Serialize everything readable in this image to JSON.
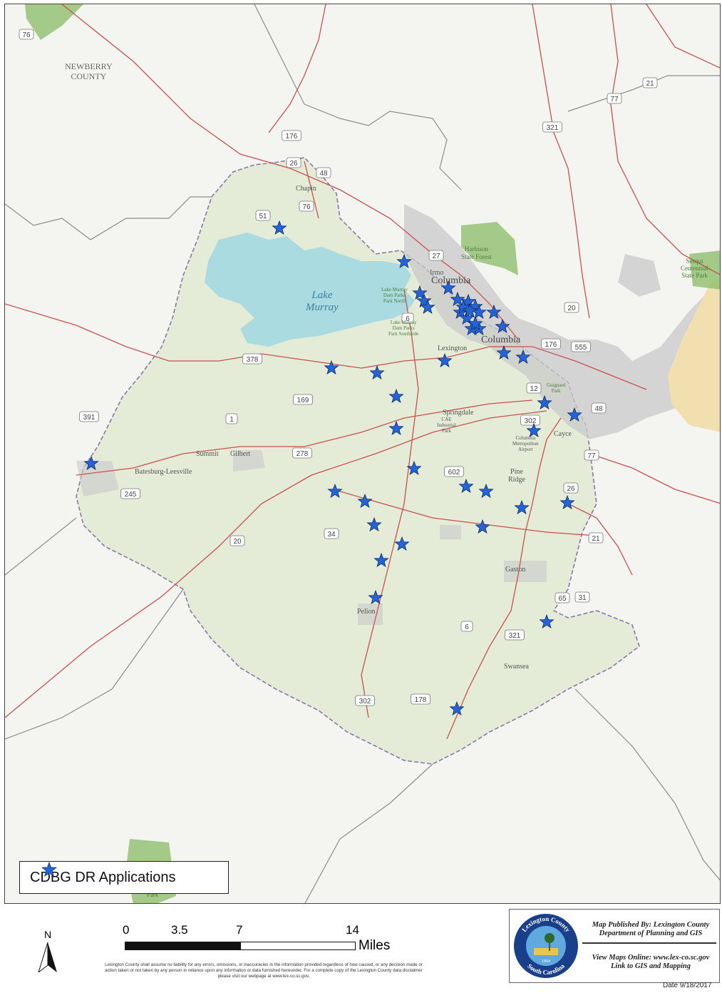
{
  "map": {
    "legend_label": "CDBG DR Applications",
    "labels": {
      "newberry_county": "NEWBERRY\nCOUNTY",
      "lake_murray": "Lake\nMurray",
      "chapin": "Chapin",
      "irmo": "Irmo",
      "columbia_north": "Columbia",
      "columbia_south": "Columbia",
      "lexington": "Lexington",
      "springdale": "Springdale",
      "summit": "Summit",
      "gilbert": "Gilbert",
      "batesburg": "Batesburg-Leesville",
      "pelion": "Pelion",
      "swansea": "Swansea",
      "gaston": "Gaston",
      "cayce": "Cayce",
      "pine_ridge": "Pine\nRidge",
      "harbison": "Harbison\nState Forest",
      "sesqui": "Sesqui\nCentennial\nState Park",
      "state_park": "State\nPark",
      "lake_murray_dam_n": "Lake Murray\nDam Parks\nPark North",
      "lake_murray_dam_s": "Lake Murray\nDam Parks\nPark Southside",
      "cae_park": "CAE\nIndustrial\nPark",
      "metro_airport": "Columbia\nMetropolitan\nAirport",
      "fort_jackson": "Guignard\nPark"
    },
    "routes": [
      "76",
      "21",
      "77",
      "176",
      "321",
      "26",
      "48",
      "51",
      "27",
      "20",
      "176",
      "555",
      "378",
      "169",
      "12",
      "391",
      "1",
      "302",
      "48",
      "278",
      "602",
      "245",
      "34",
      "20",
      "26",
      "77",
      "21",
      "65",
      "31",
      "6",
      "321",
      "302",
      "178",
      "6",
      "76"
    ],
    "colors": {
      "county_fill": "#e4ecd7",
      "water": "#a9dbe0",
      "urban": "#c9c9c9",
      "park": "#8fbf6e",
      "star": "#2464d8",
      "road": "#c9504f",
      "county_line": "#8a78a8"
    }
  },
  "scale": {
    "north_label": "N",
    "ticks": [
      "0",
      "3.5",
      "7",
      "14"
    ],
    "units": "Miles"
  },
  "disclaimer": "Lexington County shall assume no liability for any errors, omissions, or inaccuracies in the information provided regardless of how caused, or any decision made or action taken or not taken by any person in reliance upon any information or data furnished hereunder. For a complete copy of the Lexington County data disclaimer please visit our webpage at www.lex-co.sc.gov.",
  "publisher": {
    "line1": "Map Published By: Lexington County",
    "line2": "Department of Planning and GIS",
    "line3": "View Maps Online: www.lex-co.sc.gov",
    "line4": "Link to GIS and Mapping",
    "seal_top": "Lexington County",
    "seal_bottom": "South Carolina",
    "seal_year": "1804"
  },
  "date": "Date 9/18/2017"
}
